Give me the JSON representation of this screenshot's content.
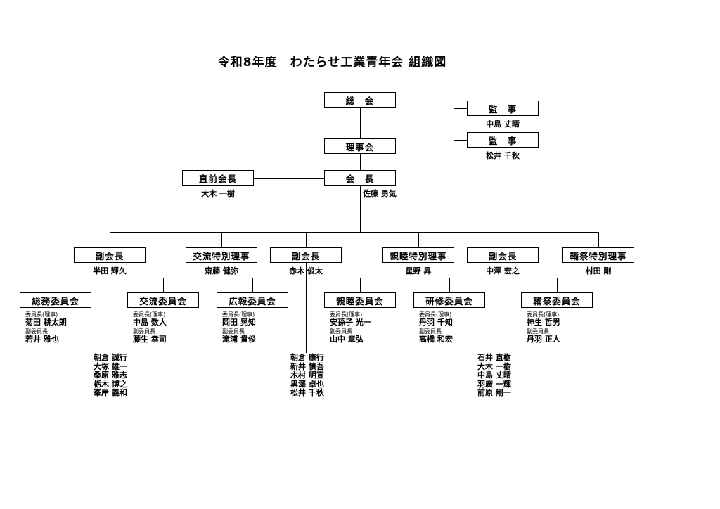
{
  "title": "令和8年度　わたらせ工業青年会 組織図",
  "nodes": {
    "general_assembly": {
      "label": "総　会"
    },
    "auditor1": {
      "label": "監　事",
      "name": "中島 丈晴"
    },
    "auditor2": {
      "label": "監　事",
      "name": "松井 千秋"
    },
    "board": {
      "label": "理事会"
    },
    "past_president": {
      "label": "直前会長",
      "name": "大木 一樹"
    },
    "president": {
      "label": "会　長",
      "name": "佐藤 勇気"
    },
    "vp1": {
      "label": "副会長",
      "name": "半田 輝久"
    },
    "special1": {
      "label": "交流特別理事",
      "name": "齋藤 健弥"
    },
    "vp2": {
      "label": "副会長",
      "name": "赤木 俊太"
    },
    "special2": {
      "label": "親睦特別理事",
      "name": "星野 昇"
    },
    "vp3": {
      "label": "副会長",
      "name": "中澤 宏之"
    },
    "special3": {
      "label": "鞴祭特別理事",
      "name": "村田 剛"
    }
  },
  "committees": [
    {
      "label": "総務委員会",
      "chair_title": "委員長(理事)",
      "chair_name": "菊田 耕太朗",
      "vice_title": "副委員長",
      "vice_name": "若井 雅也"
    },
    {
      "label": "交流委員会",
      "chair_title": "委員長(理事)",
      "chair_name": "中島 数人",
      "vice_title": "副委員長",
      "vice_name": "藤生 幸司"
    },
    {
      "label": "広報委員会",
      "chair_title": "委員長(理事)",
      "chair_name": "岡田 晃知",
      "vice_title": "副委員長",
      "vice_name": "滝浦 貴俊"
    },
    {
      "label": "親睦委員会",
      "chair_title": "委員長(理事)",
      "chair_name": "安孫子 光一",
      "vice_title": "副委員長",
      "vice_name": "山中 章弘"
    },
    {
      "label": "研修委員会",
      "chair_title": "委員長(理事)",
      "chair_name": "丹羽 千知",
      "vice_title": "副委員長",
      "vice_name": "高橋 和宏"
    },
    {
      "label": "鞴祭委員会",
      "chair_title": "委員長(理事)",
      "chair_name": "神生 哲男",
      "vice_title": "副委員長",
      "vice_name": "丹羽 正人"
    }
  ],
  "member_lists": [
    [
      "朝倉 誠行",
      "大塚 雄一",
      "桑原 雅志",
      "栃木 博之",
      "峯岸 義和"
    ],
    [
      "朝倉 康行",
      "新井 慎吾",
      "木村 明宣",
      "黒澤 卓也",
      "松井 千秋"
    ],
    [
      "石井 直樹",
      "大木 一樹",
      "中島 丈晴",
      "羽廣 一輝",
      "前原 剛一"
    ]
  ],
  "colors": {
    "line": "#000000",
    "box_border": "#000000",
    "background": "#ffffff"
  }
}
